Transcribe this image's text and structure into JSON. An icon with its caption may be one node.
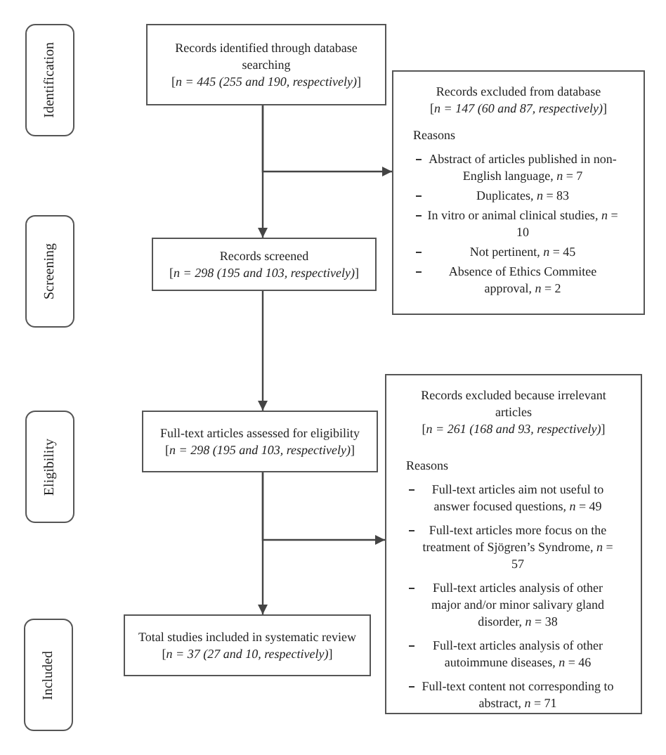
{
  "diagram": {
    "nodes": [
      {
        "text": [
          "Identification"
        ]
      },
      {
        "text": [
          "Records identified through database searching",
          "[*n = 445 (255 and 190, respectively)*]"
        ]
      },
      {
        "text": [
          "Records excluded from database",
          "[*n = 147 (60 and 87, respectively)*]",
          "Reasons",
          "Abstract of articles published in non-English language, *n* = 7",
          "Duplicates, *n* = 83",
          "In vitro or animal clinical studies, *n* = 10",
          "Not pertinent, *n* = 45",
          "Absence of Ethics Commitee approval, *n* = 2"
        ]
      },
      {
        "text": [
          "Screening"
        ]
      },
      {
        "text": [
          "Records screened",
          "[*n = 298 (195 and 103, respectively)*]"
        ]
      },
      {
        "text": [
          "Eligibility"
        ]
      },
      {
        "text": [
          "Full-text articles assessed for eligibility",
          "[*n = 298 (195 and 103, respectively)*]"
        ]
      },
      {
        "text": [
          "Records excluded because irrelevant articles",
          "[*n = 261 (168 and 93, respectively)*]",
          "Reasons",
          "Full-text articles aim not useful to answer focused questions, *n* = 49",
          "Full-text articles more focus on the treatment of Sjögren’s Syndrome, *n* = 57",
          "Full-text articles analysis of other major and/or minor salivary gland disorder, *n* = 38",
          "Full-text articles analysis of other autoimmune diseases, *n* = 46",
          "Full-text content not corresponding to abstract, *n* = 71"
        ]
      },
      {
        "text": [
          "Included"
        ]
      },
      {
        "text": [
          "Total studies included in systematic review",
          "[*n = 37 (27 and 10, respectively)*]"
        ]
      }
    ],
    "edges": [
      {
        "from": 1,
        "to": 4,
        "arrow": "to"
      },
      {
        "from": 1,
        "to": 2,
        "arrow": "to"
      },
      {
        "from": 4,
        "to": 6,
        "arrow": "to"
      },
      {
        "from": 6,
        "to": 9,
        "arrow": "to"
      },
      {
        "from": 6,
        "to": 7,
        "arrow": "to"
      }
    ]
  }
}
